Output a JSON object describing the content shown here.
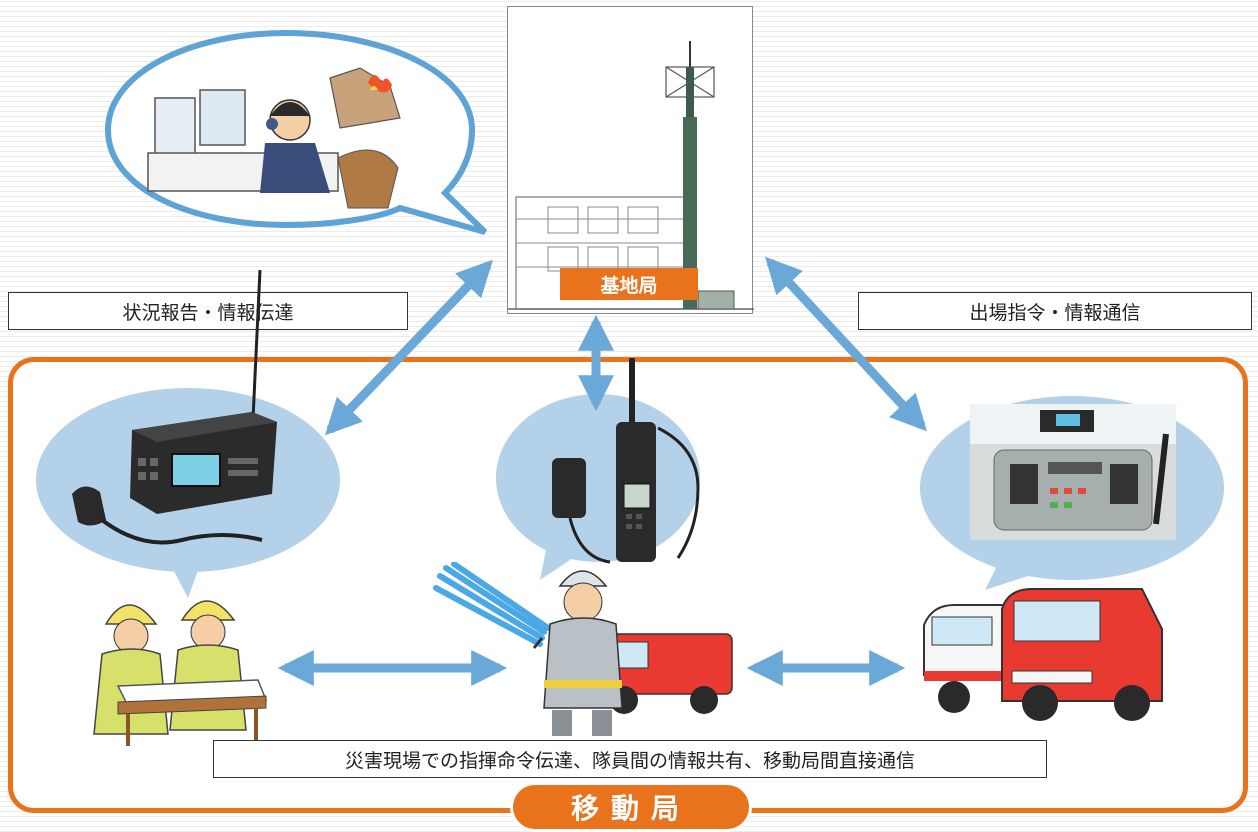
{
  "base_station": {
    "label": "基地局"
  },
  "links": {
    "left_label": "状況報告・情報伝達",
    "right_label": "出場指令・情報通信",
    "bottom_label": "災害現場での指揮命令伝達、隊員間の情報共有、移動局間直接通信"
  },
  "mobile_station": {
    "label": "移動局"
  },
  "colors": {
    "accent_orange": "#e8731c",
    "arrow_blue": "#6aa8d8",
    "bubble_blue": "#b4d1ea",
    "speech_outline": "#5ea3d6"
  },
  "icons": [
    "dispatch-center-illustration",
    "antenna-tower-icon",
    "vehicle-radio-icon",
    "handheld-radio-icon",
    "dashboard-radio-icon",
    "command-officers-illustration",
    "firefighter-illustration",
    "fire-trucks-illustration"
  ]
}
